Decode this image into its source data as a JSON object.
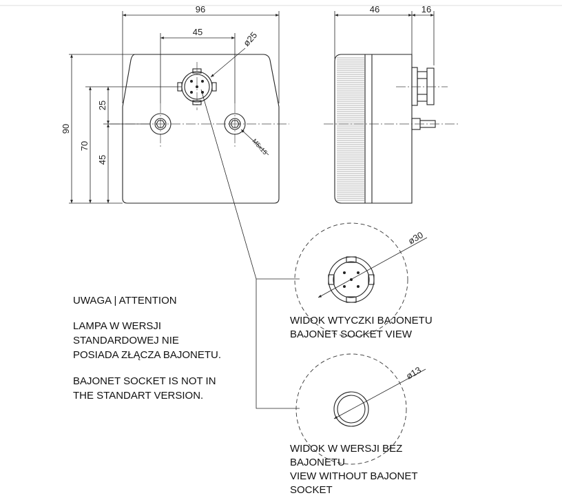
{
  "dimensions": {
    "front_width": "96",
    "connector_spacing": "45",
    "connector_diameter": "ø25",
    "front_height": "90",
    "mount_spacing_v": "70",
    "upper_offset": "25",
    "lower_offset": "45",
    "bolt_thread": "M5x15",
    "side_depth": "46",
    "connector_length": "16",
    "socket_diameter": "ø30",
    "hole_diameter": "ø13"
  },
  "notes": {
    "attention_title": "UWAGA | ATTENTION",
    "pl_line1": "LAMPA W WERSJI",
    "pl_line2": "STANDARDOWEJ NIE",
    "pl_line3": "POSIADA ZŁĄCZA BAJONETU.",
    "en_line1": "BAJONET SOCKET IS NOT IN",
    "en_line2": "THE STANDART VERSION."
  },
  "views": {
    "socket_pl": "WIDOK WTYCZKI BAJONETU",
    "socket_en": "BAJONET SOCKET VIEW",
    "plain_pl1": "WIDOK W WERSJI BEZ",
    "plain_pl2": "BAJONETU",
    "plain_en1": "VIEW WITHOUT BAJONET",
    "plain_en2": "SOCKET"
  }
}
